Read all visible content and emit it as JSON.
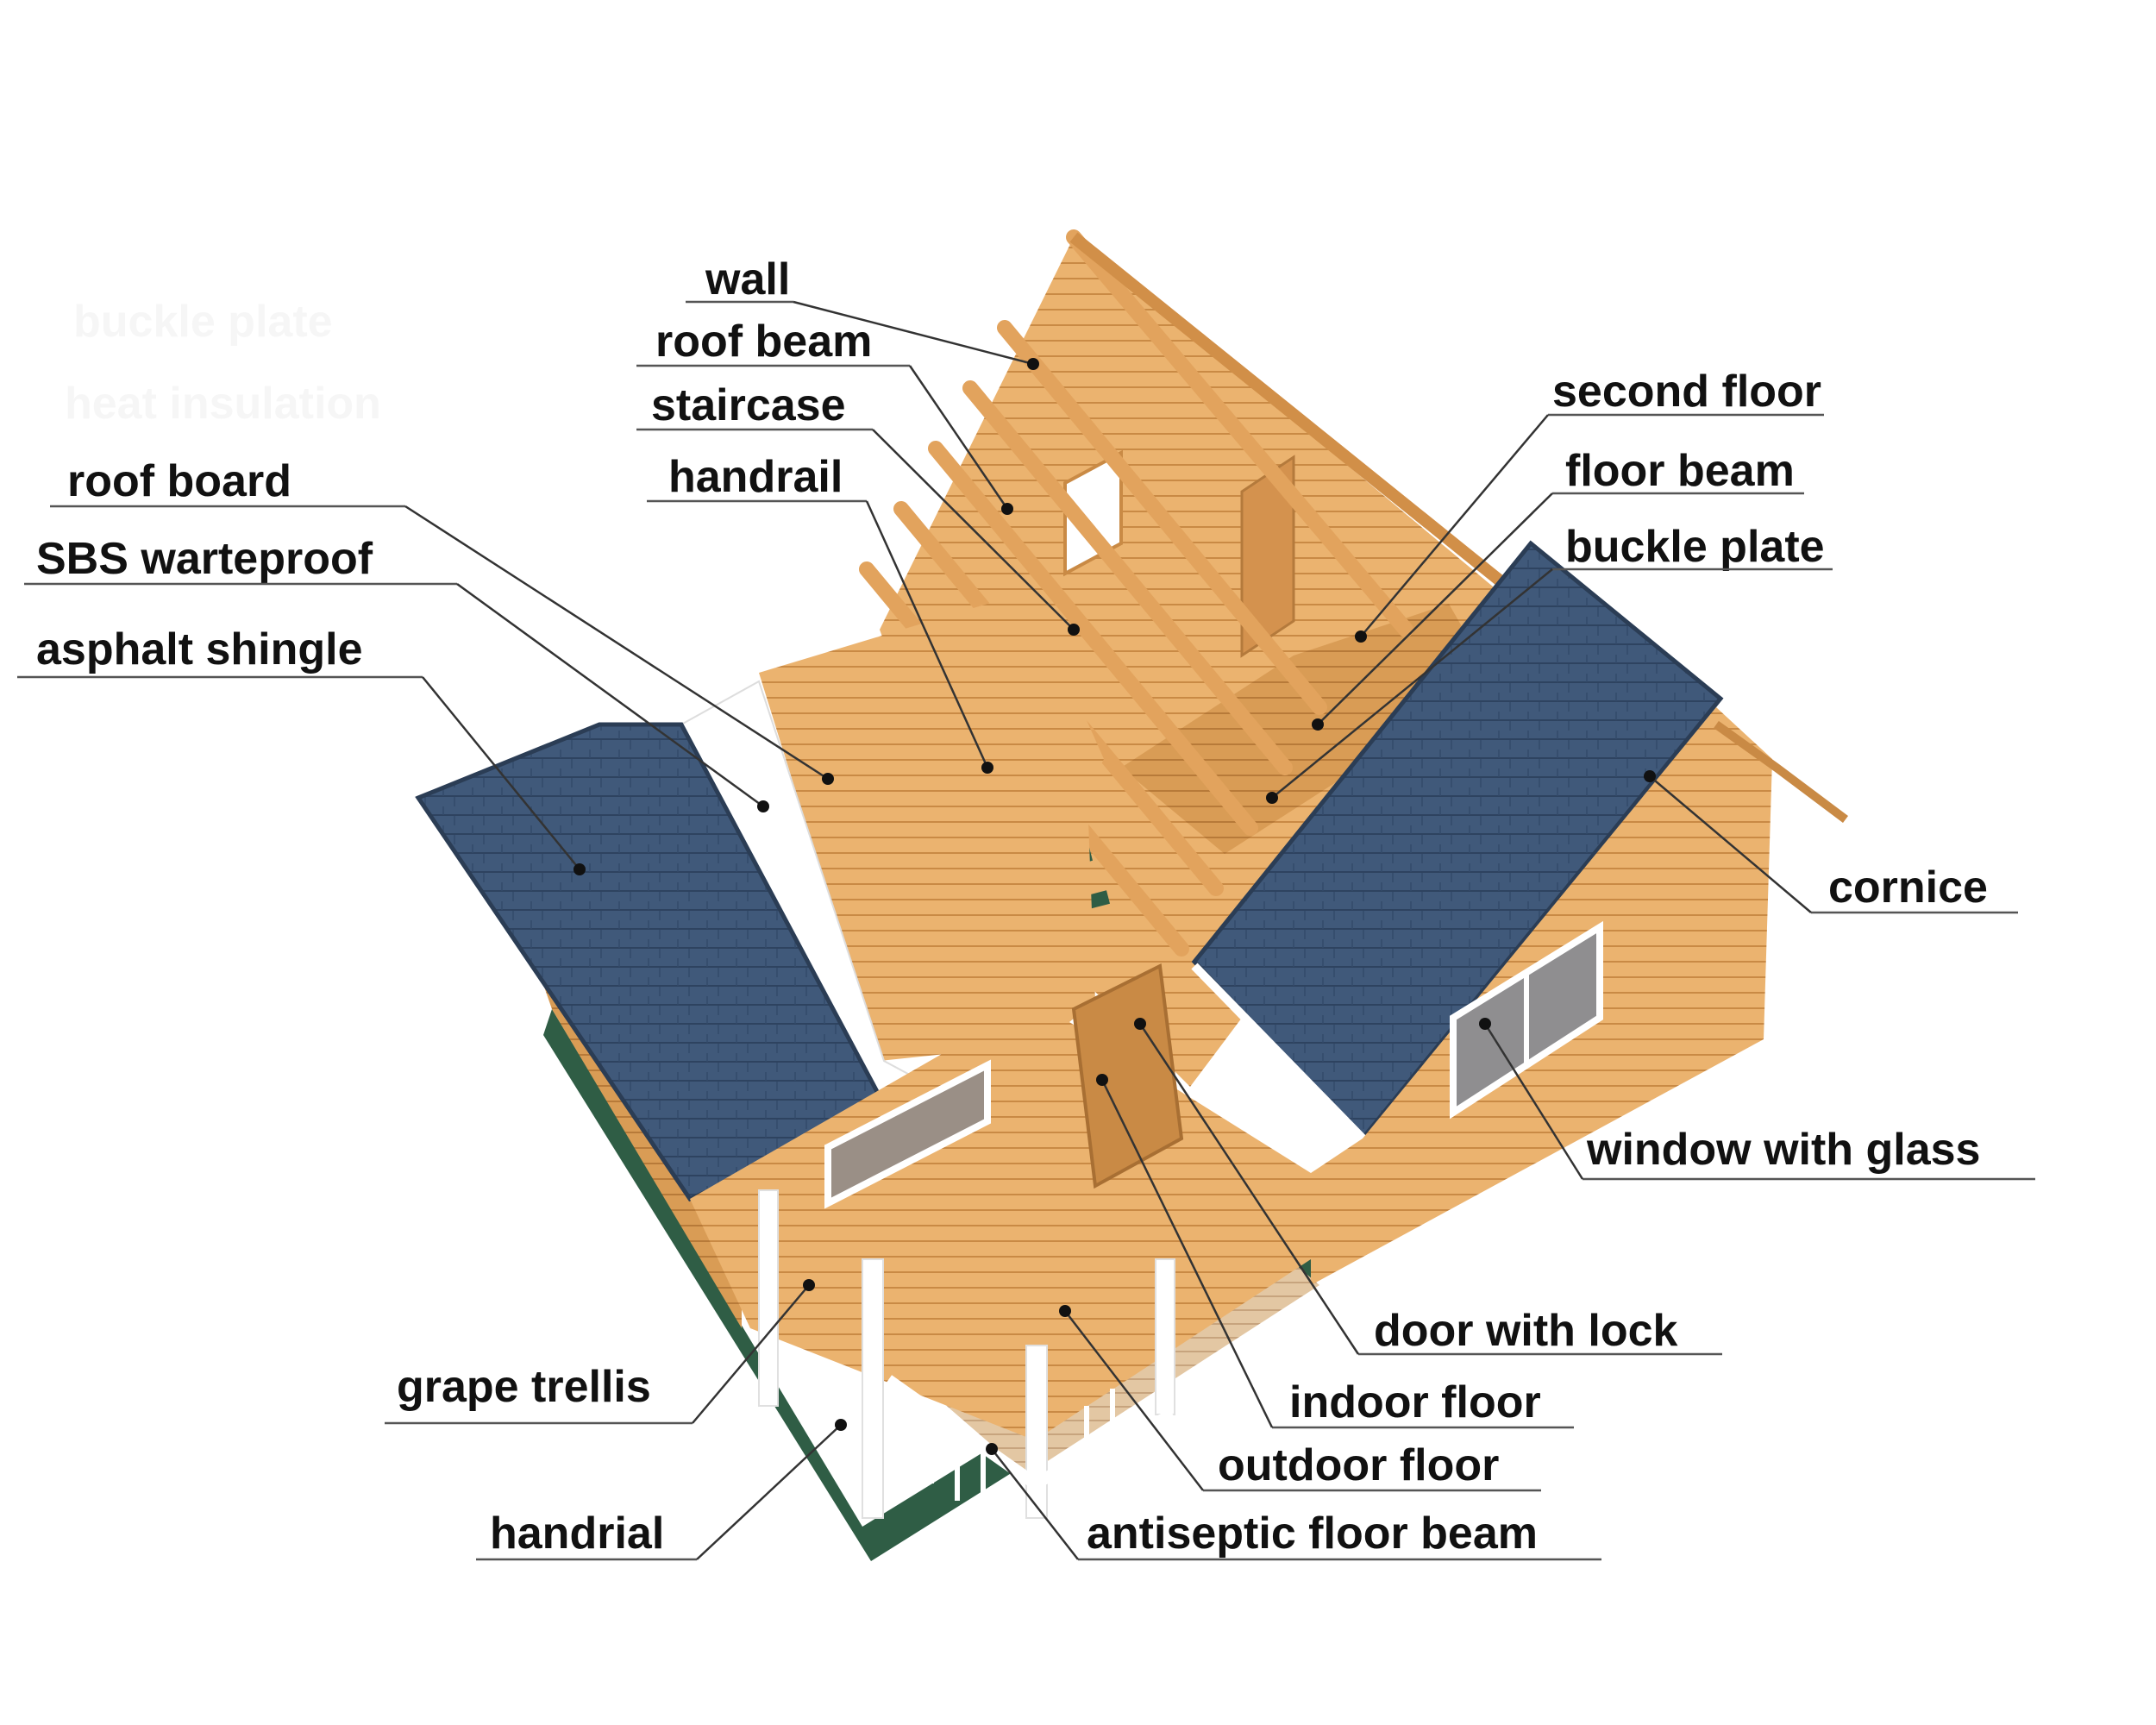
{
  "diagram": {
    "faint_labels": [
      "buckle plate",
      "heat insulation"
    ],
    "labels": {
      "wall": "wall",
      "roof_beam": "roof beam",
      "staircase": "staircase",
      "handrail": "handrail",
      "roof_board": "roof board",
      "sbs_waterproof": "SBS warteproof",
      "asphalt_shingle": "asphalt shingle",
      "second_floor": "second floor",
      "floor_beam": "floor beam",
      "buckle_plate": "buckle plate",
      "cornice": "cornice",
      "window_with_glass": "window with glass",
      "door_with_lock": "door with lock",
      "indoor_floor": "indoor floor",
      "outdoor_floor": "outdoor floor",
      "grape_trellis": "grape trellis",
      "handrial": "handrial",
      "antiseptic_floor_beam": "antiseptic floor beam"
    },
    "colors": {
      "wood": "#e9b06b",
      "wood_dark": "#cf8f4a",
      "roof": "#3d5573",
      "roof_edge": "#2b3d55",
      "membrane": "#ffffff",
      "base": "#2f5d45",
      "trim": "#ffffff"
    }
  }
}
